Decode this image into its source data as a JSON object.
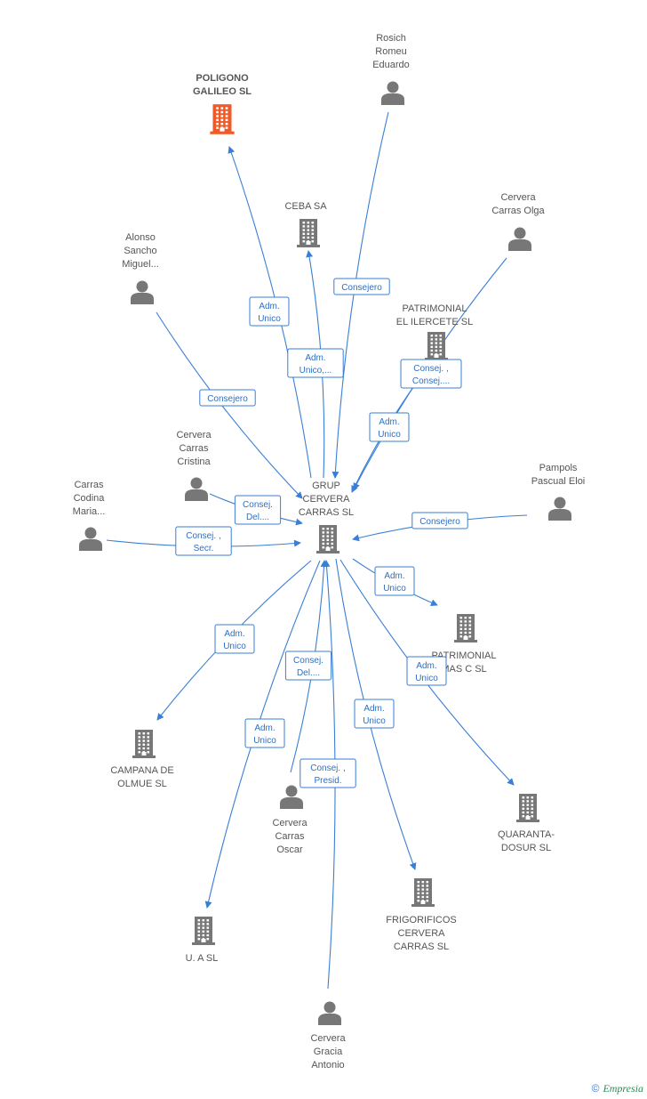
{
  "colors": {
    "edge": "#3a7fd5",
    "node": "#777777",
    "highlight": "#f05a28",
    "label": "#555555"
  },
  "footer": {
    "copyright": "©",
    "brand": "Empresia"
  },
  "nodes": [
    {
      "id": "poligono",
      "type": "company",
      "highlight": true,
      "label": [
        "POLIGONO",
        "GALILEO SL"
      ]
    },
    {
      "id": "rosich",
      "type": "person",
      "label": [
        "Rosich",
        "Romeu",
        "Eduardo"
      ]
    },
    {
      "id": "ceba",
      "type": "company",
      "label": [
        "CEBA SA"
      ]
    },
    {
      "id": "olga",
      "type": "person",
      "label": [
        "Cervera",
        "Carras Olga"
      ]
    },
    {
      "id": "alonso",
      "type": "person",
      "label": [
        "Alonso",
        "Sancho",
        "Miguel..."
      ]
    },
    {
      "id": "ilercete",
      "type": "company",
      "label": [
        "PATRIMONIAL",
        "EL ILERCETE SL"
      ]
    },
    {
      "id": "cristina",
      "type": "person",
      "label": [
        "Cervera",
        "Carras",
        "Cristina"
      ]
    },
    {
      "id": "grup",
      "type": "company",
      "label": [
        "GRUP",
        "CERVERA",
        "CARRAS SL"
      ]
    },
    {
      "id": "pampols",
      "type": "person",
      "label": [
        "Pampols",
        "Pascual Eloi"
      ]
    },
    {
      "id": "codina",
      "type": "person",
      "label": [
        "Carras",
        "Codina",
        "Maria..."
      ]
    },
    {
      "id": "mas",
      "type": "company",
      "label": [
        "PATRIMONIAL",
        "MAS C SL"
      ]
    },
    {
      "id": "campana",
      "type": "company",
      "label": [
        "CAMPANA DE",
        "OLMUE SL"
      ]
    },
    {
      "id": "quaranta",
      "type": "company",
      "label": [
        "QUARANTA-",
        "DOSUR SL"
      ]
    },
    {
      "id": "oscar",
      "type": "person",
      "label": [
        "Cervera",
        "Carras",
        "Oscar"
      ]
    },
    {
      "id": "frigorificos",
      "type": "company",
      "label": [
        "FRIGORIFICOS",
        "CERVERA",
        "CARRAS SL"
      ]
    },
    {
      "id": "ua",
      "type": "company",
      "label": [
        "U. A SL"
      ]
    },
    {
      "id": "antonio",
      "type": "person",
      "label": [
        "Cervera",
        "Gracia",
        "Antonio"
      ]
    }
  ],
  "edges": [
    {
      "from": "grup",
      "to": "poligono",
      "label": [
        "Adm.",
        "Unico"
      ]
    },
    {
      "from": "rosich",
      "to": "grup",
      "label": [
        "Consejero"
      ]
    },
    {
      "from": "grup",
      "to": "ceba",
      "label": [
        "Adm.",
        "Unico,..."
      ]
    },
    {
      "from": "olga",
      "to": "grup",
      "label": [
        "Consej. ,",
        "Consej...."
      ]
    },
    {
      "from": "alonso",
      "to": "grup",
      "label": [
        "Consejero"
      ]
    },
    {
      "from": "ilercete",
      "to": "grup",
      "label": [
        "Adm.",
        "Unico"
      ]
    },
    {
      "from": "cristina",
      "to": "grup",
      "label": [
        "Consej.",
        "Del...."
      ]
    },
    {
      "from": "codina",
      "to": "grup",
      "label": [
        "Consej. ,",
        "Secr."
      ]
    },
    {
      "from": "pampols",
      "to": "grup",
      "label": [
        "Consejero"
      ]
    },
    {
      "from": "grup",
      "to": "mas",
      "label": [
        "Adm.",
        "Unico"
      ]
    },
    {
      "from": "grup",
      "to": "campana",
      "label": [
        "Adm.",
        "Unico"
      ]
    },
    {
      "from": "grup",
      "to": "quaranta",
      "label": [
        "Adm.",
        "Unico"
      ]
    },
    {
      "from": "oscar",
      "to": "grup",
      "label": [
        "Consej.",
        "Del...."
      ]
    },
    {
      "from": "grup",
      "to": "frigorificos",
      "label": [
        "Adm.",
        "Unico"
      ]
    },
    {
      "from": "grup",
      "to": "ua",
      "label": [
        "Adm.",
        "Unico"
      ]
    },
    {
      "from": "antonio",
      "to": "grup",
      "label": [
        "Consej. ,",
        "Presid."
      ]
    }
  ]
}
